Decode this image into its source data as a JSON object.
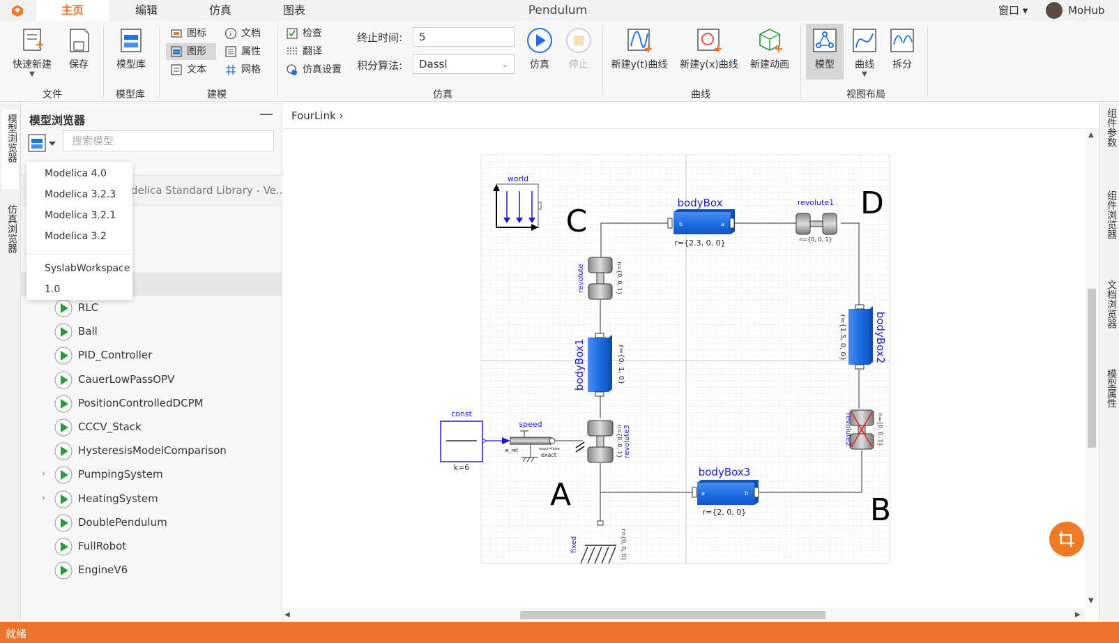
{
  "app": {
    "title": "Pendulum",
    "window_menu": "窗口 ▾",
    "user": "MoHub"
  },
  "tabs": [
    "主页",
    "编辑",
    "仿真",
    "图表"
  ],
  "ribbon": {
    "file": {
      "quick_new": "快速新建",
      "save": "保存",
      "group": "文件"
    },
    "library": {
      "model_library": "模型库",
      "group": "模型库"
    },
    "modeling": {
      "icon": "图标",
      "graphic": "图形",
      "text": "文本",
      "docs": "文档",
      "props": "属性",
      "grid": "网格",
      "group": "建模"
    },
    "simulation": {
      "check": "检查",
      "translate": "翻译",
      "sim_settings": "仿真设置",
      "end_time_label": "终止时间:",
      "end_time_value": "5",
      "solver_label": "积分算法:",
      "solver_value": "Dassl",
      "run": "仿真",
      "stop": "停止",
      "group": "仿真"
    },
    "curves": {
      "new_yt": "新建y(t)曲线",
      "new_yx": "新建y(x)曲线",
      "new_anim": "新建动画",
      "group": "曲线"
    },
    "layout": {
      "model": "模型",
      "curve": "曲线",
      "split": "拆分",
      "group": "视图布局"
    }
  },
  "left_tabs": [
    "模型浏览器",
    "仿真浏览器"
  ],
  "model_browser": {
    "title": "模型浏览器",
    "close": "—",
    "search_placeholder": "搜索模型",
    "lib_row_partial": "delica Standard Library - Ve...",
    "dropdown": [
      "Modelica 4.0",
      "Modelica 3.2.3",
      "Modelica 3.2.1",
      "Modelica 3.2",
      "SyslabWorkspace",
      "1.0"
    ],
    "tree": [
      {
        "label": "RLC",
        "expandable": false
      },
      {
        "label": "Ball",
        "expandable": false
      },
      {
        "label": "PID_Controller",
        "expandable": false
      },
      {
        "label": "CauerLowPassOPV",
        "expandable": false
      },
      {
        "label": "PositionControlledDCPM",
        "expandable": false
      },
      {
        "label": "CCCV_Stack",
        "expandable": false
      },
      {
        "label": "HysteresisModelComparison",
        "expandable": false
      },
      {
        "label": "PumpingSystem",
        "expandable": true
      },
      {
        "label": "HeatingSystem",
        "expandable": true
      },
      {
        "label": "DoublePendulum",
        "expandable": false
      },
      {
        "label": "FullRobot",
        "expandable": false
      },
      {
        "label": "EngineV6",
        "expandable": false
      }
    ]
  },
  "breadcrumb": "FourLink ›",
  "diagram": {
    "world": "world",
    "bodyBox": "bodyBox",
    "bodyBox_r": "r={2.3, 0, 0}",
    "revolute1": "revolute1",
    "revolute1_n": "n={0, 0, 1}",
    "revolute": "revolute",
    "revolute_n": "n={0, 0, 1}",
    "bodyBox1": "bodyBox1",
    "bodyBox1_r": "r={0, 1, 0}",
    "bodyBox2": "bodyBox2",
    "bodyBox2_r": "r={1.5, 0, 0}",
    "revolute2": "revolute2",
    "revolute2_n": "n={0, 0, 1}",
    "revolute3": "revolute3",
    "revolute3_n": "n={0, 0, 1}",
    "bodyBox3": "bodyBox3",
    "bodyBox3_r": "r={2, 0, 0}",
    "const": "const",
    "const_k": "k=6",
    "speed": "speed",
    "speed_wref": "w_ref",
    "speed_exact": "exact",
    "speed_param": "exact=false",
    "fixed": "fixed",
    "fixed_r": "r={0, 0, 0}",
    "point_a": "a",
    "point_b": "b",
    "labels": {
      "A": "A",
      "B": "B",
      "C": "C",
      "D": "D"
    }
  },
  "right_tabs": [
    "组件参数",
    "组件浏览器",
    "文档浏览器",
    "模型属性"
  ],
  "fab_icon": "crop-icon",
  "status": "就绪",
  "colors": {
    "accent": "#e9742a",
    "block_blue": "#1f6fe5",
    "label_blue": "#1a1ad6"
  }
}
